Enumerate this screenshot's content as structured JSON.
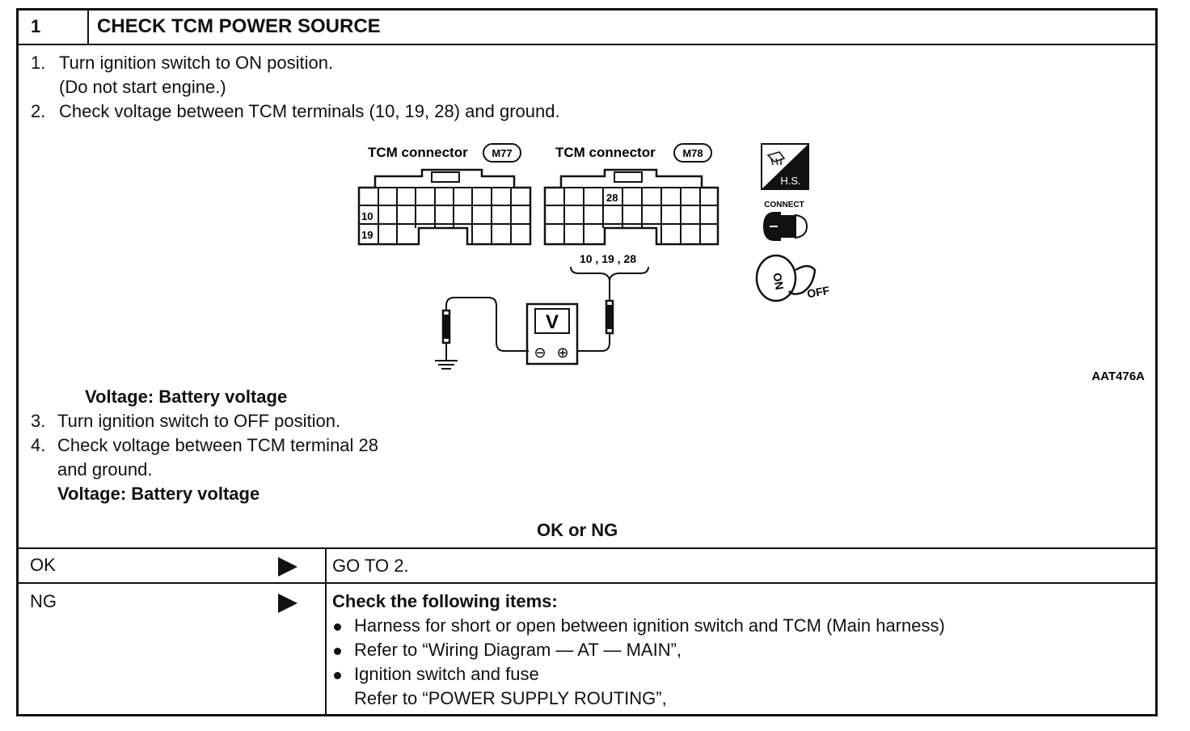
{
  "header": {
    "step_number": "1",
    "title": "CHECK TCM POWER SOURCE"
  },
  "steps_a": [
    {
      "num": "1.",
      "text": "Turn ignition switch to ON position."
    },
    {
      "num": "",
      "text": "(Do not start engine.)"
    },
    {
      "num": "2.",
      "text": "Check voltage between TCM terminals (10, 19, 28) and ground."
    }
  ],
  "diagram": {
    "connector1_label": "TCM connector",
    "connector1_id": "M77",
    "connector2_label": "TCM connector",
    "connector2_id": "M78",
    "pin_10": "10",
    "pin_19": "19",
    "pin_28": "28",
    "probe_label": "10 , 19 , 28",
    "meter_symbol": "V",
    "minus_symbol": "⊖",
    "plus_symbol": "⊕",
    "hs_label": "H.S.",
    "connect_label": "CONNECT",
    "on_label": "ON",
    "off_label": "OFF",
    "figure_code": "AAT476A"
  },
  "voltage_spec_1": "Voltage: Battery voltage",
  "steps_b": [
    {
      "num": "3.",
      "text": "Turn ignition switch to OFF position."
    },
    {
      "num": "4.",
      "text": "Check voltage between TCM terminal 28"
    },
    {
      "num": "",
      "text": "and ground."
    }
  ],
  "voltage_spec_2": "Voltage: Battery voltage",
  "ok_or_ng": "OK or NG",
  "results": {
    "ok": {
      "label": "OK",
      "action": "GO TO 2."
    },
    "ng": {
      "label": "NG",
      "heading": "Check the following items:",
      "items": [
        "Harness for short or open between ignition switch and TCM (Main harness)",
        "Refer to “Wiring Diagram — AT — MAIN”,",
        "Ignition switch and fuse"
      ],
      "sub_note": "Refer to “POWER SUPPLY ROUTING”,"
    }
  }
}
